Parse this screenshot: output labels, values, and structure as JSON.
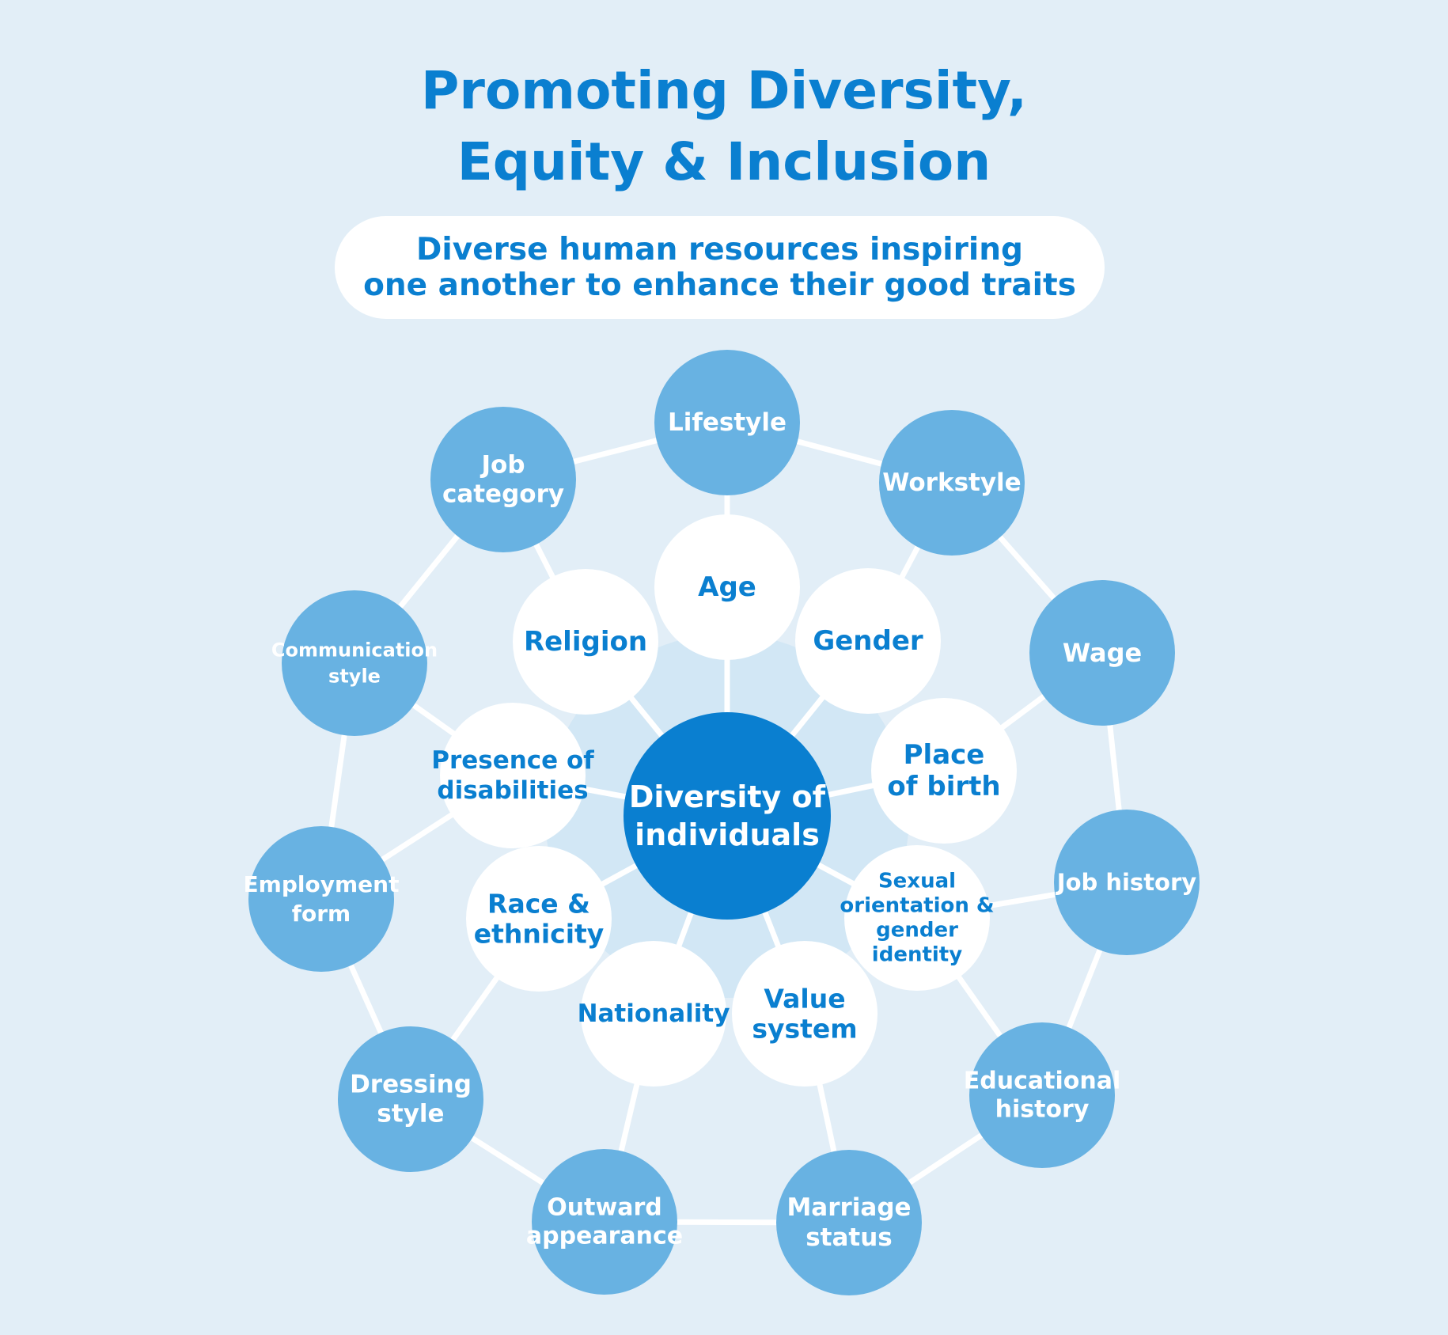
{
  "header": {
    "title_line1": "Promoting Diversity,",
    "title_line2": "Equity & Inclusion",
    "tagline_line1": "Diverse human resources inspiring",
    "tagline_line2": "one another to enhance their good traits"
  },
  "colors": {
    "background": "#e2eef7",
    "accent_text": "#0a7fd0",
    "center_fill": "#0a7fd0",
    "outer_fill": "#68b2e2",
    "inner_fill": "#ffffff",
    "connector": "#ffffff",
    "halo": "#cfe5f5"
  },
  "center": {
    "name": "center-node",
    "lines": [
      "Diversity of",
      "individuals"
    ]
  },
  "inner_nodes": [
    {
      "name": "inner-node-age",
      "lines": [
        "Age"
      ]
    },
    {
      "name": "inner-node-gender",
      "lines": [
        "Gender"
      ]
    },
    {
      "name": "inner-node-place-of-birth",
      "lines": [
        "Place",
        "of birth"
      ]
    },
    {
      "name": "inner-node-sexual-orientation",
      "lines": [
        "Sexual",
        "orientation &",
        "gender",
        "identity"
      ]
    },
    {
      "name": "inner-node-value-system",
      "lines": [
        "Value",
        "system"
      ]
    },
    {
      "name": "inner-node-nationality",
      "lines": [
        "Nationality"
      ]
    },
    {
      "name": "inner-node-race-ethnicity",
      "lines": [
        "Race &",
        "ethnicity"
      ]
    },
    {
      "name": "inner-node-presence-of-disabilities",
      "lines": [
        "Presence of",
        "disabilities"
      ]
    },
    {
      "name": "inner-node-religion",
      "lines": [
        "Religion"
      ]
    }
  ],
  "outer_nodes": [
    {
      "name": "outer-node-lifestyle",
      "lines": [
        "Lifestyle"
      ]
    },
    {
      "name": "outer-node-workstyle",
      "lines": [
        "Workstyle"
      ]
    },
    {
      "name": "outer-node-wage",
      "lines": [
        "Wage"
      ]
    },
    {
      "name": "outer-node-job-history",
      "lines": [
        "Job history"
      ]
    },
    {
      "name": "outer-node-educational-history",
      "lines": [
        "Educational",
        "history"
      ]
    },
    {
      "name": "outer-node-marriage-status",
      "lines": [
        "Marriage",
        "status"
      ]
    },
    {
      "name": "outer-node-outward-appearance",
      "lines": [
        "Outward",
        "appearance"
      ]
    },
    {
      "name": "outer-node-dressing-style",
      "lines": [
        "Dressing",
        "style"
      ]
    },
    {
      "name": "outer-node-employment-form",
      "lines": [
        "Employment",
        "form"
      ]
    },
    {
      "name": "outer-node-communication-style",
      "lines": [
        "Communication",
        "style"
      ]
    },
    {
      "name": "outer-node-job-category",
      "lines": [
        "Job",
        "category"
      ]
    }
  ]
}
